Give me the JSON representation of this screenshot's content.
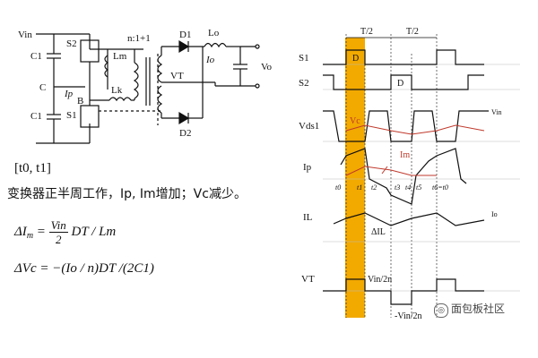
{
  "circuit": {
    "vin": "Vin",
    "c1_top": "C1",
    "c_mid": "C",
    "c1_bottom": "C1",
    "s2": "S2",
    "s1": "S1",
    "node_b": "B",
    "ip": "Ip",
    "lm": "Lm",
    "lk": "Lk",
    "ratio": "n:1+1",
    "d1": "D1",
    "d2": "D2",
    "lo": "Lo",
    "io": "Io",
    "vt": "VT",
    "vo": "Vo"
  },
  "text": {
    "interval": "[t0, t1]",
    "description": "变换器正半周工作，Ip, Im增加；Vc减少。",
    "eq1_lhs": "ΔI",
    "eq1_sub": "m",
    "eq1_num": "Vin",
    "eq1_den": "2",
    "eq1_rest": "DT / Lm",
    "eq2": "ΔVc = −(Io / n)DT /(2C1)"
  },
  "waveforms": {
    "half_period_1": "T/2",
    "half_period_2": "T/2",
    "s1": "S1",
    "s2": "S2",
    "s1_pulse": "D",
    "s2_pulse": "D",
    "vds1": "Vds1",
    "vc": "Vc",
    "vin_right": "Vin",
    "ip": "Ip",
    "im": "Im",
    "il": "IL",
    "io_right": "Io",
    "delta_il": "ΔIL",
    "vt": "VT",
    "vt_pos": "Vin/2n",
    "vt_neg": "-Vin/2n",
    "ticks": [
      "t0",
      "t1",
      "t2",
      "t3",
      "t4",
      "t5",
      "t6=t0"
    ]
  },
  "watermark": "面包板社区",
  "colors": {
    "highlight": "#f2a900",
    "annotation": "#c0392b",
    "line": "#111111"
  }
}
